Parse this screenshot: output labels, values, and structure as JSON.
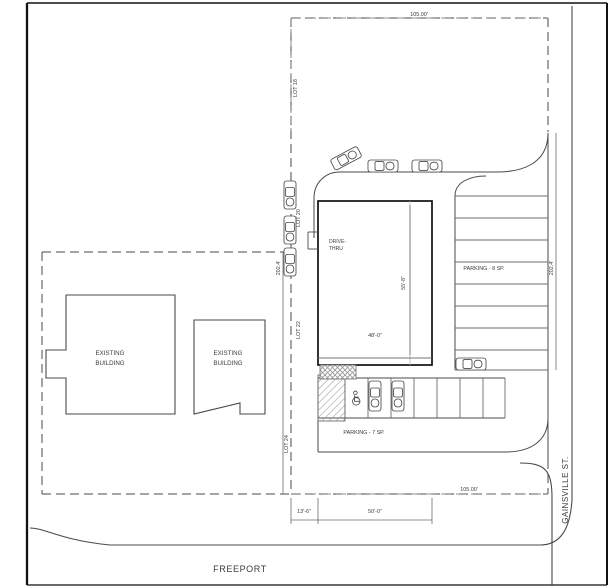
{
  "drawing": {
    "type": "architectural-site-plan",
    "title_visible": false,
    "streets": {
      "bottom": "FREEPORT",
      "right": "GAINSVILLE ST."
    },
    "lots": [
      {
        "id": "lot-18",
        "label": "LOT 18"
      },
      {
        "id": "lot-20",
        "label": "LOT 20"
      },
      {
        "id": "lot-22",
        "label": "LOT 22"
      },
      {
        "id": "lot-24",
        "label": "LOT 24"
      }
    ],
    "dimensions": {
      "top_width": "105.00'",
      "bottom_width": "105.00'",
      "left_depth": "202.4'",
      "right_depth": "202.4'",
      "building_width": "48'-0\"",
      "building_depth": "55'-8\"",
      "setback_left": "13'-6\"",
      "frontage_segment": "50'-0\""
    },
    "labels": {
      "existing_building_1": "EXISTING BUILDING",
      "existing_building_2": "EXISTING BUILDING",
      "drive_thru": "DRIVE-THRU",
      "parking_north": "PARKING - 8 SP.",
      "parking_south": "PARKING - 7 SP.",
      "accessible_symbol": "accessible-parking-icon"
    },
    "colors": {
      "frame": "#111111",
      "line": "#4a4a4a",
      "light_line": "#8a8a8a",
      "text": "#3b3b3b",
      "hatch": "#9a9a9a"
    },
    "parking_counts": {
      "north_row": 8,
      "south_row": 7
    }
  }
}
